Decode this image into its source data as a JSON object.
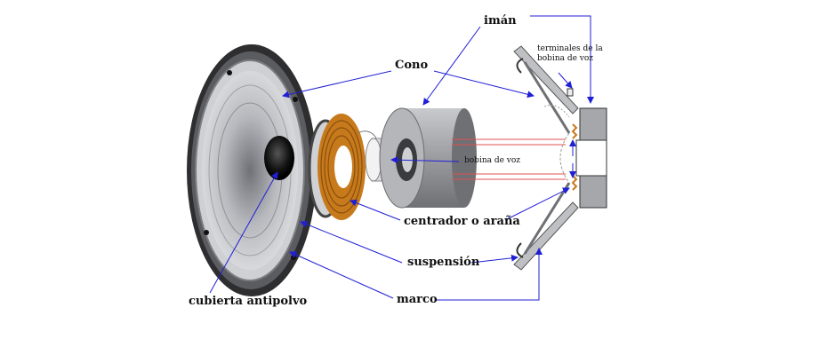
{
  "labels": {
    "iman": "imán",
    "cono": "Cono",
    "terminales_line1": "terminales de la",
    "terminales_line2": "bobina de voz",
    "bobina": "bobina de voz",
    "centrador": "centrador o araña",
    "suspension": "suspensión",
    "marco": "marco",
    "cubierta": "cubierta antipolvo"
  },
  "colors": {
    "arrow": "#1f1fd6",
    "spider": "#c77a1c",
    "frame_dark": "#3a3a3a",
    "cone_gray": "#a9abb0",
    "magnet_gray": "#8a8c90",
    "hot_line": "#e05050"
  }
}
